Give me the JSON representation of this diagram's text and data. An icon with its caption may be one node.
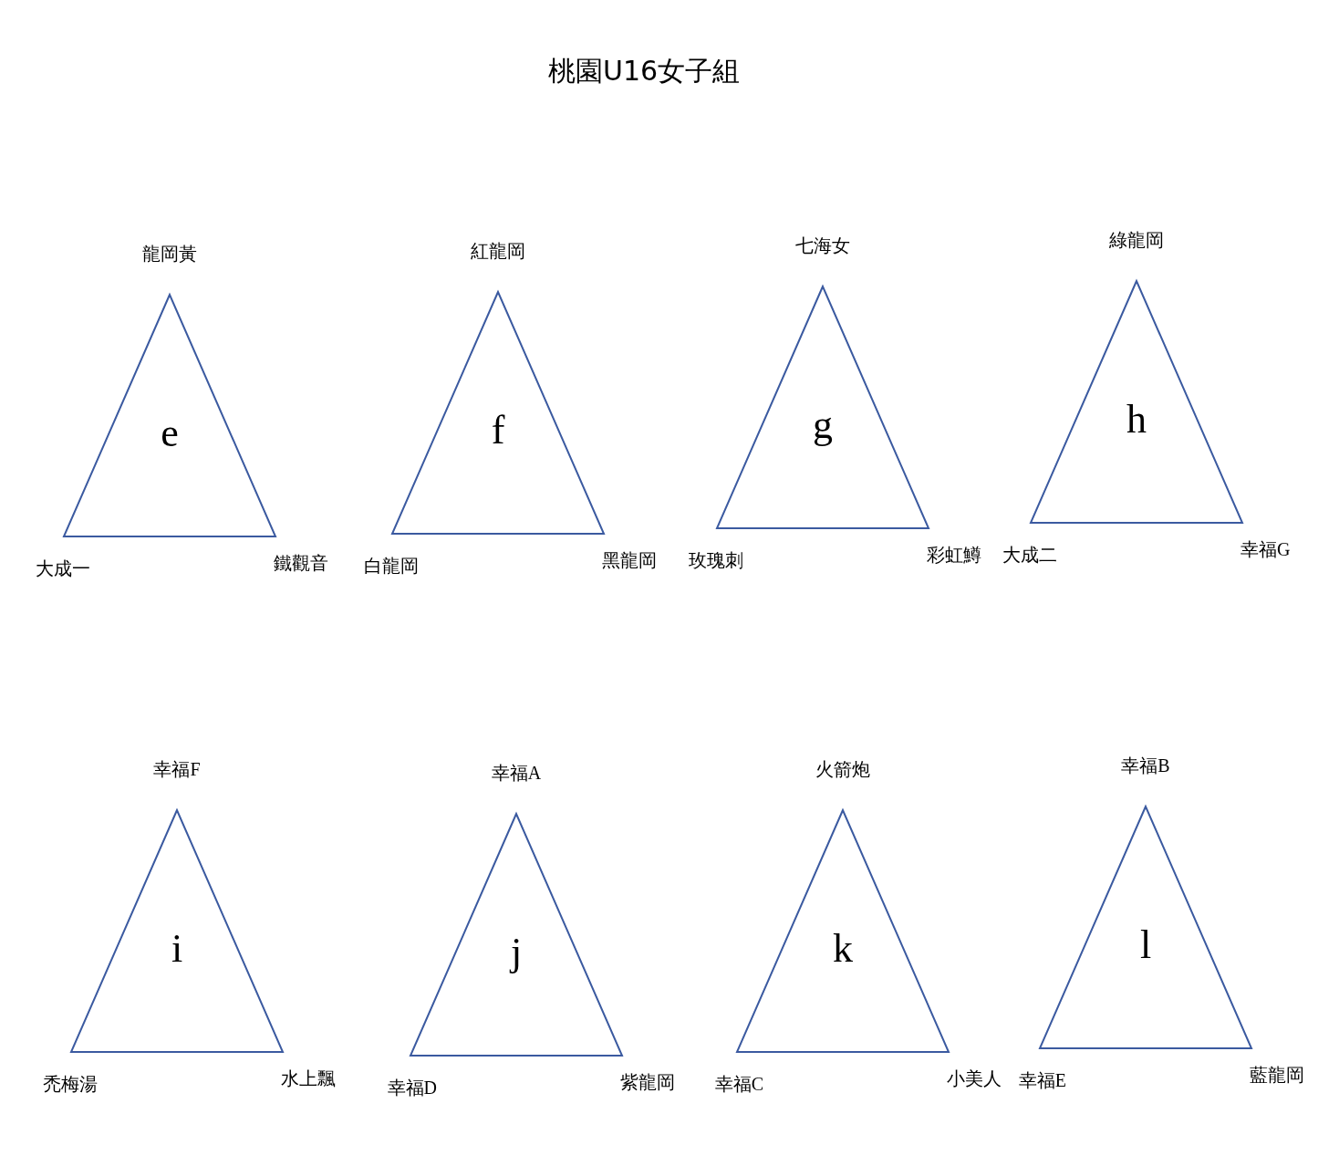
{
  "diagram": {
    "title": "桃園U16女子組",
    "nodes": [
      {
        "text": [
          "e"
        ],
        "beside": [
          "龍岡黃",
          "大成一",
          "鐵觀音"
        ]
      },
      {
        "text": [
          "f"
        ],
        "beside": [
          "紅龍岡",
          "白龍岡",
          "黑龍岡"
        ]
      },
      {
        "text": [
          "g"
        ],
        "beside": [
          "七海女",
          "玫瑰刺",
          "彩虹鱒"
        ]
      },
      {
        "text": [
          "h"
        ],
        "beside": [
          "綠龍岡",
          "大成二",
          "幸福G"
        ]
      },
      {
        "text": [
          "i"
        ],
        "beside": [
          "幸福F",
          "禿梅湯",
          "水上飄"
        ]
      },
      {
        "text": [
          "j"
        ],
        "beside": [
          "幸福A",
          "幸福D",
          "紫龍岡"
        ]
      },
      {
        "text": [
          "k"
        ],
        "beside": [
          "火箭炮",
          "幸福C",
          "小美人"
        ]
      },
      {
        "text": [
          "l"
        ],
        "beside": [
          "幸福B",
          "幸福E",
          "藍龍岡"
        ]
      }
    ]
  }
}
